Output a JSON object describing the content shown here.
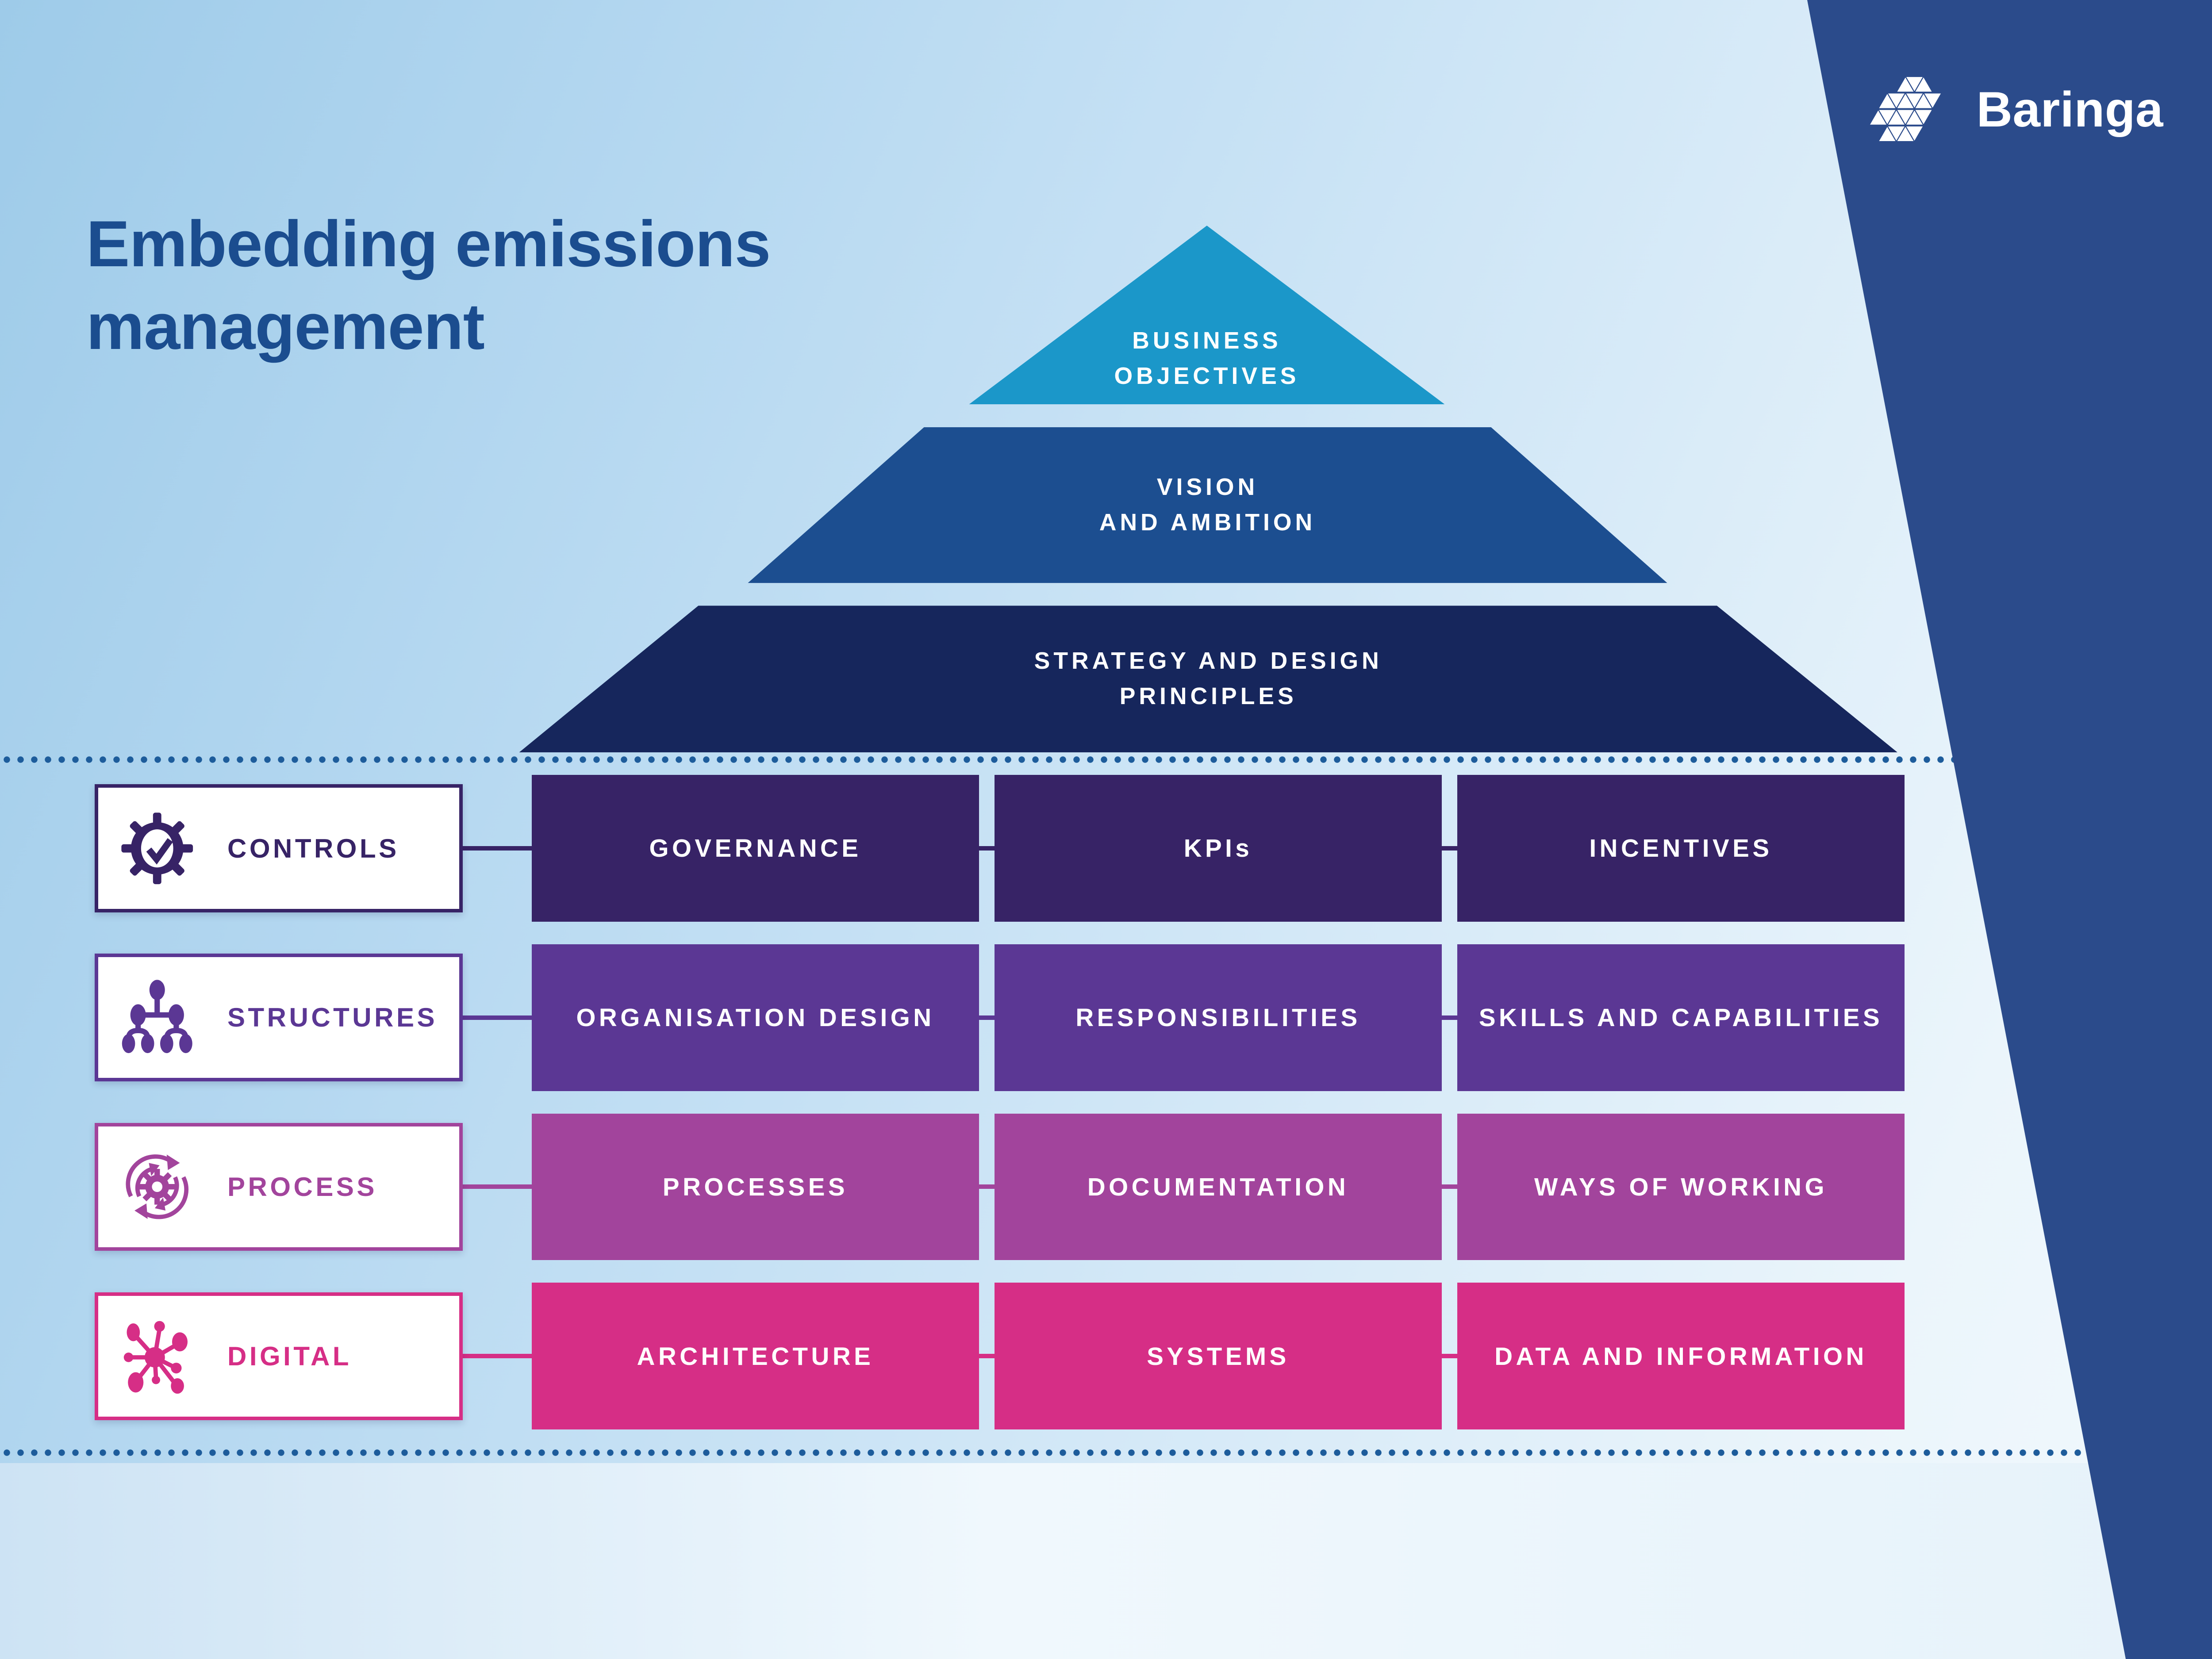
{
  "title": {
    "line1": "Embedding emissions",
    "line2": "management"
  },
  "brand": {
    "name": "Baringa",
    "logo_icon": "baringa-triangle-mosaic-logo",
    "panel_color": "#2b4b8b"
  },
  "pyramid": {
    "levels": [
      {
        "name": "business-objectives",
        "lines": [
          "BUSINESS",
          "OBJECTIVES"
        ],
        "color": "#1b97c9"
      },
      {
        "name": "vision-and-ambition",
        "lines": [
          "VISION",
          "AND AMBITION"
        ],
        "color": "#1c4e90"
      },
      {
        "name": "strategy-and-design-principles",
        "lines": [
          "STRATEGY AND DESIGN",
          "PRINCIPLES"
        ],
        "color": "#16265c"
      }
    ]
  },
  "rows": [
    {
      "label": "CONTROLS",
      "icon": "gear-check-icon",
      "color": "#372366",
      "cells": [
        "GOVERNANCE",
        "KPIs",
        "INCENTIVES"
      ]
    },
    {
      "label": "STRUCTURES",
      "icon": "org-chart-icon",
      "color": "#5b3794",
      "cells": [
        "ORGANISATION DESIGN",
        "RESPONSIBILITIES",
        "SKILLS AND CAPABILITIES"
      ]
    },
    {
      "label": "PROCESS",
      "icon": "process-cycle-icon",
      "color": "#a2449c",
      "cells": [
        "PROCESSES",
        "DOCUMENTATION",
        "WAYS OF WORKING"
      ]
    },
    {
      "label": "DIGITAL",
      "icon": "network-icon",
      "color": "#d62e86",
      "cells": [
        "ARCHITECTURE",
        "SYSTEMS",
        "DATA AND INFORMATION"
      ]
    }
  ],
  "divider_color": "#1d5c9b",
  "background": {
    "top_left": "#9ecbe9",
    "bottom": "#f2f9fd"
  }
}
